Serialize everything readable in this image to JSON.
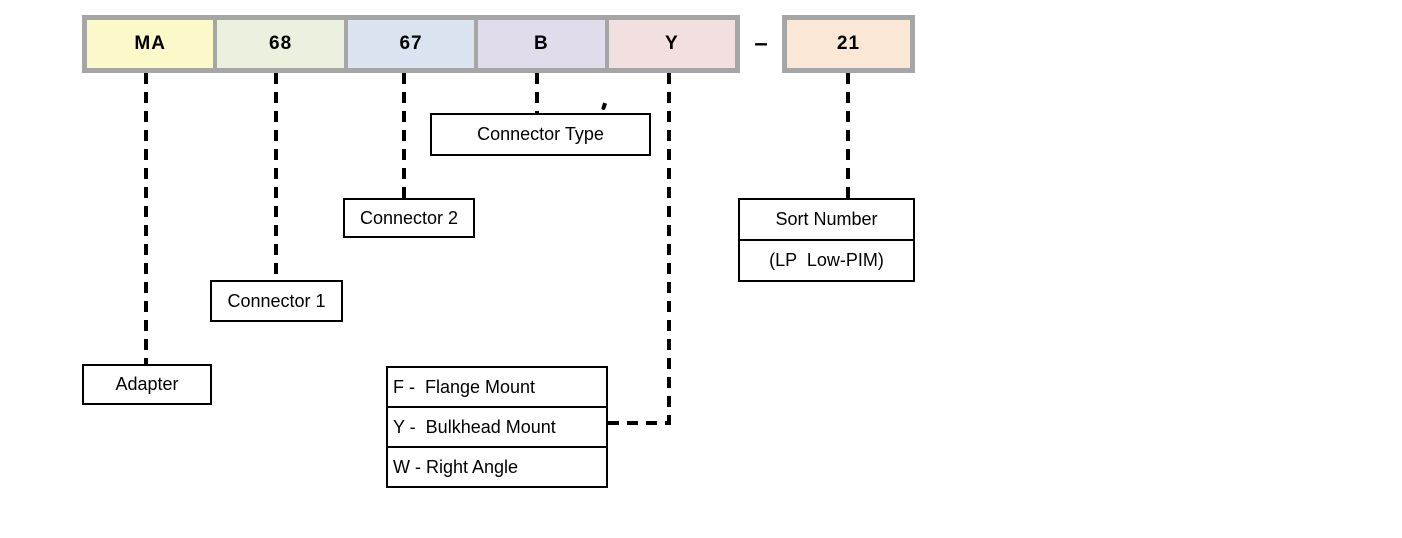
{
  "part_number": {
    "segments": [
      {
        "code": "MA",
        "fill": "#FBF9C9"
      },
      {
        "code": "68",
        "fill": "#ECF0DE"
      },
      {
        "code": "67",
        "fill": "#D9E4F0"
      },
      {
        "code": "B",
        "fill": "#E0DCEC"
      },
      {
        "code": "Y",
        "fill": "#F2E0E0"
      }
    ],
    "separator": "–",
    "suffix": {
      "code": "21",
      "fill": "#FAE7D6"
    }
  },
  "callouts": {
    "connector_type": {
      "label": "Connector Type"
    },
    "connector_2": {
      "label": "Connector 2"
    },
    "connector_1": {
      "label": "Connector 1"
    },
    "adapter": {
      "label": "Adapter"
    },
    "sort_number": {
      "title": "Sort Number",
      "note": "(LP  Low-PIM)"
    },
    "mount_options": {
      "rows": [
        {
          "text": "F -  Flange Mount"
        },
        {
          "text": "Y -  Bulkhead Mount"
        },
        {
          "text": "W - Right Angle"
        }
      ]
    }
  },
  "theme": {
    "row_border": "#A6A6A6",
    "callout_border": "#000000",
    "leader_color": "#000000",
    "background": "#FFFFFF"
  }
}
